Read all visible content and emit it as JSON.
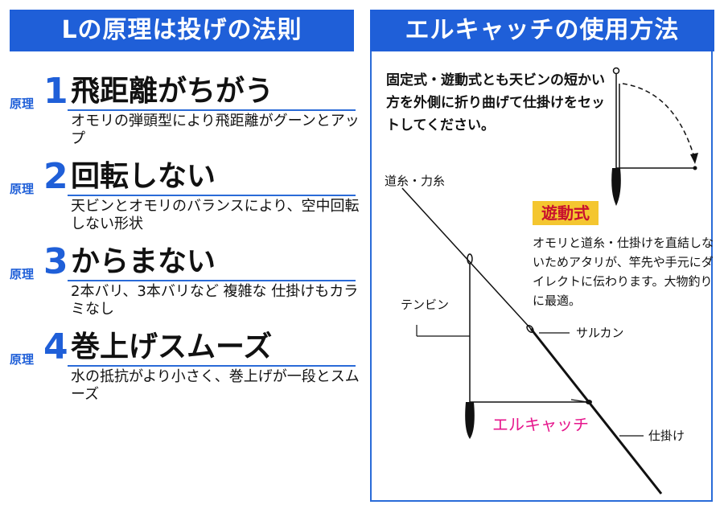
{
  "left": {
    "header": "Lの原理は投げの法則",
    "principles": [
      {
        "tag": "原理",
        "num": "1",
        "title": "飛距離がちがう",
        "desc": "オモリの弾頭型により飛距離がグーンとアップ"
      },
      {
        "tag": "原理",
        "num": "2",
        "title": "回転しない",
        "desc": "天ビンとオモリのバランスにより、空中回転しない形状"
      },
      {
        "tag": "原理",
        "num": "3",
        "title": "からまない",
        "desc": "2本バリ、3本バリなど 複雑な 仕掛けもカラミなし"
      },
      {
        "tag": "原理",
        "num": "4",
        "title": "巻上げスムーズ",
        "desc": "水の抵抗がより小さく、巻上げが一段とスムーズ"
      }
    ]
  },
  "right": {
    "header": "エルキャッチの使用方法",
    "intro": "固定式・遊動式とも天ビンの短かい方を外側に折り曲げて仕掛けをセットしてください。",
    "labels": {
      "line": "道糸・力糸",
      "tenbin": "テンビン",
      "sarukan": "サルカン",
      "elcatch": "エルキャッチ",
      "shikake": "仕掛け"
    },
    "yudo": {
      "badge": "遊動式",
      "desc": "オモリと道糸・仕掛けを直結しないためアタリが、竿先や手元にダイレクトに伝わります。大物釣りに最適。"
    }
  },
  "colors": {
    "header_blue": "#1f5fd8",
    "badge_yellow": "#f4c630",
    "accent_pink": "#e6168c"
  }
}
